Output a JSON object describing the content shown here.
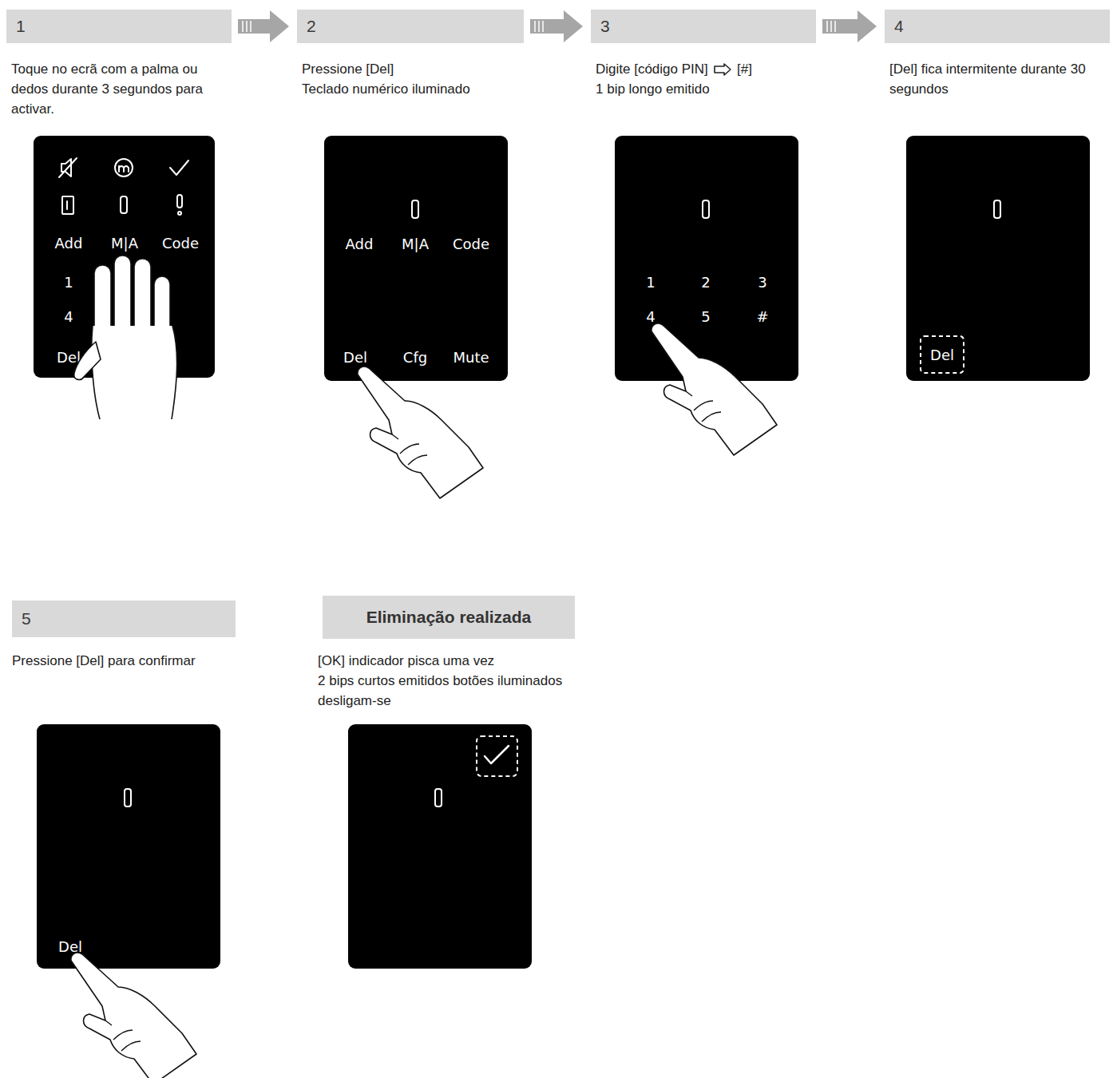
{
  "diagram": {
    "nodes": [
      {
        "text": [
          "1"
        ]
      },
      {
        "text": [
          "Add",
          "M|A",
          "Code",
          "1",
          "4",
          "Del"
        ]
      },
      {
        "text": [
          "2"
        ]
      },
      {
        "text": [
          "Add",
          "M|A",
          "Code",
          "Del",
          "Cfg",
          "Mute"
        ]
      },
      {
        "text": [
          "3"
        ]
      },
      {
        "text": [
          "1",
          "2",
          "3",
          "4",
          "5",
          "#"
        ]
      },
      {
        "text": [
          "4"
        ]
      },
      {
        "text": [
          "Del"
        ]
      },
      {
        "text": [
          "5"
        ]
      },
      {
        "text": [
          "Del"
        ]
      },
      {
        "text": [
          "Eliminação realizada"
        ]
      }
    ],
    "edges": [
      {
        "from": 0,
        "to": 2,
        "arrow": "to"
      },
      {
        "from": 2,
        "to": 4,
        "arrow": "to"
      },
      {
        "from": 4,
        "to": 6,
        "arrow": "to"
      }
    ],
    "labels": [
      "Toque no ecrã com a palma ou dedos durante 3 segundos para activar.",
      "Pressione [Del]",
      "Teclado numérico iluminado",
      "Digite [código PIN]",
      "[#]",
      "1 bip longo emitido",
      "[Del] fica intermitente durante 30 segundos",
      "Pressione [Del] para confirmar",
      "[OK] indicador pisca uma vez",
      "2 bips curtos emitidos botões iluminados desligam-se"
    ]
  }
}
